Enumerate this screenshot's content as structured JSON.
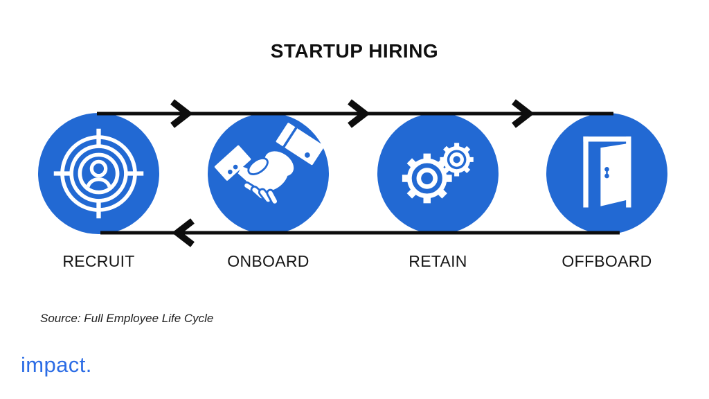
{
  "title": "STARTUP HIRING",
  "stages": [
    {
      "label": "RECRUIT",
      "icon": "target-person-icon"
    },
    {
      "label": "ONBOARD",
      "icon": "handshake-icon"
    },
    {
      "label": "RETAIN",
      "icon": "gears-icon"
    },
    {
      "label": "OFFBOARD",
      "icon": "open-door-icon"
    }
  ],
  "flow": {
    "top_arrow_direction": "right",
    "bottom_arrow_direction": "left"
  },
  "source_note": "Source: Full Employee Life Cycle",
  "logo": {
    "text": "impact."
  },
  "colors": {
    "circle_blue": "#2269d3",
    "logo_blue": "#2b6ce5",
    "arrow_black": "#0d0d0d"
  }
}
